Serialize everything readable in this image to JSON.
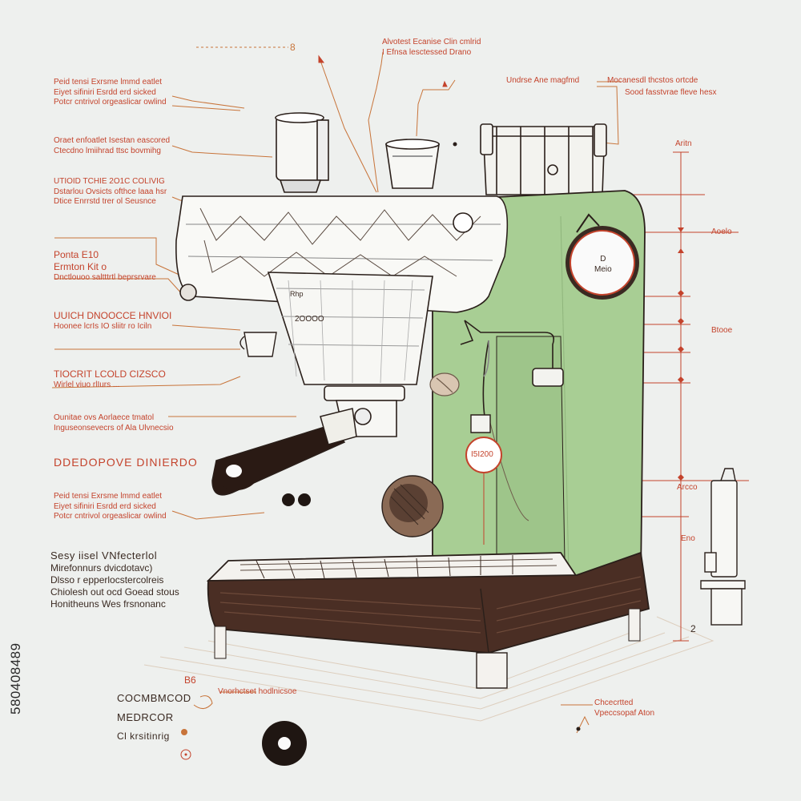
{
  "labels": {
    "top_dash": "8",
    "top_center": [
      "Alvotest Ecanise Clin cmlrid",
      "I Efnsa lesctessed Drano"
    ],
    "top_right": [
      "Undrse  Ane  magfmd",
      "Mocanesdl  thcstos ortcde",
      "Sood  fasstvrae  fleve  hesx"
    ],
    "left_a": [
      "Peid  tensi  Exrsme  lmmd  eatlet",
      "Eiyet  sifiniri  Esrdd  erd  sicked",
      "Potcr  cntrivol  orgeaslicar  owlind"
    ],
    "left_b": [
      "Oraet  enfoatlet  Isestan  eascored",
      "Ctecdno  lmiihrad  ttsc  bovmihg"
    ],
    "left_c": [
      "UTIOID TCHIE  2O1C  COLIVIG",
      "Dstarlou  Ovsicts  ofthce  laaa  hsr",
      "Dtice  Enrrstd  trer  ol  Seusnce"
    ],
    "left_d": [
      "Ponta  E10",
      "Ermton  Kit  o",
      "Dnctlouoo  saltttrtl  beprsrvare"
    ],
    "left_e": [
      "UUICH  DNOOCCE  HNVIOI",
      "Hoonee  lcrIs  IO  sliitr  ro  Iciln"
    ],
    "left_f": [
      "TIOCRIT  LCOLD  CIZSCO",
      "Wirlel  viuo  rlIurs  ..."
    ],
    "left_g": [
      "Ounitae  ovs  Aorlaece  tmatol",
      "Inguseonsevecrs  of  Ala  Ulvnecsio"
    ],
    "left_h": "DDEDOPOVE  DINIERDO",
    "left_i": [
      "Peid  tensi  Exrsme  lmmd  eatlet",
      "Eiyet  sifiniri  Esrdd  erd  sicked",
      "Potcr  cntrivol  orgeaslicar  owlind"
    ],
    "left_j": [
      "Sesy  iisel  VNfecterlol",
      "Mirefonnurs  dvicdotavc)",
      "Dlsso  r  epperlocstercolreis",
      "Chiolesh  out  ocd  Goead  stous",
      "Honitheuns  Wes  frsnonanc"
    ],
    "bottom_left": [
      "COCMBMCOD",
      "MEDRCOR",
      "Cl  krsitinrig"
    ],
    "bottom_b6": "B6",
    "bottom_mid": "Vnorhctset  hodlnicsoe",
    "bottom_right": [
      "Chcecrtted",
      "Vpeccsopaf  Aton"
    ],
    "right_top": "Aritn",
    "right_1": "Aoelo",
    "right_2": "Btooe",
    "right_3": "Arcco",
    "right_4": "Eno",
    "right_5": "2",
    "gauge_text": [
      "D",
      "Meio"
    ],
    "dial_text": "I5I200",
    "group_text": "2OOOO",
    "group_text2": "Rhp",
    "stock_id": "580408489"
  },
  "colors": {
    "body_green": "#a8ce94",
    "base_dark": "#4a2e24",
    "annotation_red": "#c4432c",
    "annotation_orange": "#c8743a",
    "ink": "#2a1f1a",
    "background": "#eef0ee"
  },
  "icons": {
    "gauge": "pressure-gauge-icon",
    "portafilter": "portafilter-handle-icon",
    "cup": "espresso-cup-icon",
    "knob": "control-knob-icon"
  }
}
